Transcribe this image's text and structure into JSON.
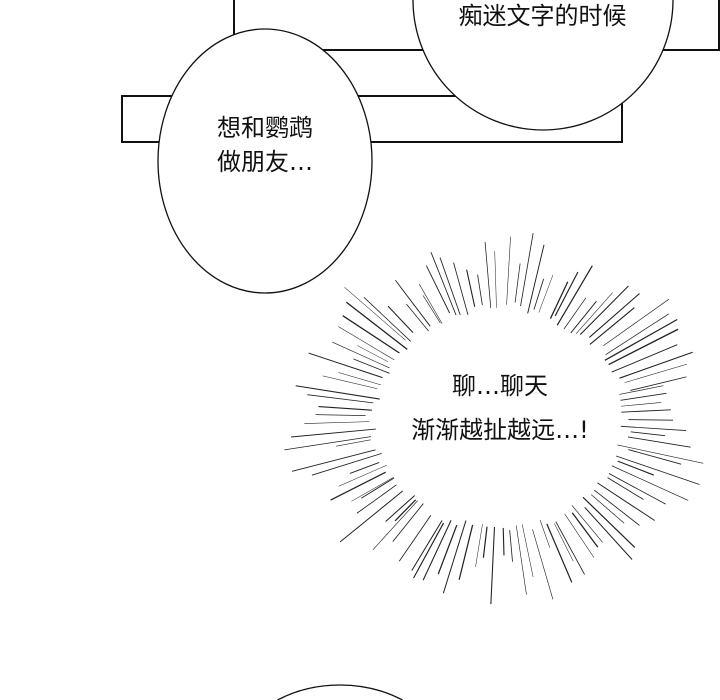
{
  "bubbles": {
    "top_right": {
      "text": "痴迷文字的时候"
    },
    "left": {
      "line1": "想和鹦鹉",
      "line2": "做朋友…"
    },
    "burst": {
      "line1": "聊…聊天",
      "line2": "渐渐越扯越远…!"
    }
  }
}
